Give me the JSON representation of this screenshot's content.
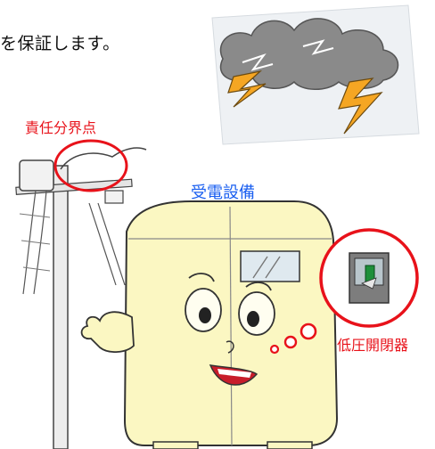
{
  "headline": "を保証します。",
  "labels": {
    "boundary_point": "責任分界点",
    "receiving_equipment": "受電設備",
    "low_voltage_switch": "低圧開閉器"
  },
  "colors": {
    "label_red": "#e8121a",
    "label_blue": "#1a5ff0",
    "cabinet_body": "#fbf7c2",
    "cloud": "#8a8a8a",
    "lightning": "#f5a623"
  },
  "icons": [
    "thunderstorm-icon",
    "utility-pole-icon",
    "substation-cabinet-character",
    "low-voltage-switch-icon"
  ]
}
